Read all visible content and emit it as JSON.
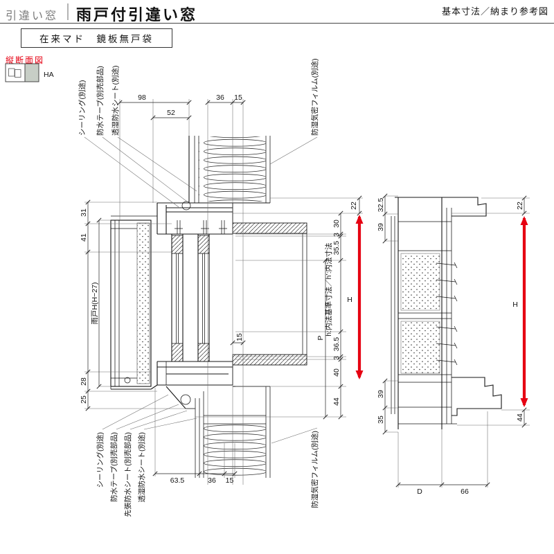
{
  "header": {
    "category": "引違い窓",
    "title": "雨戸付引違い窓",
    "note": "基本寸法／納まり参考図",
    "spec": "在来マド　鏡板無戸袋",
    "section_label": "縦断面図",
    "code": "HA"
  },
  "colors": {
    "accent_red": "#e60012",
    "icon_fill": "#c7cec6"
  },
  "callouts": {
    "top": [
      "シーリング(別途)",
      "防水テープ(別売部品)",
      "透湿防水シート(別途)"
    ],
    "top_right": "防湿気密フィルム(別途)",
    "bottom": [
      "シーリング(別途)",
      "防水テープ(別売部品)",
      "先張防水シート(別売部品)",
      "透湿防水シート(別途)"
    ],
    "bottom_right": "防湿気密フィルム(別途)",
    "shutter": "雨戸H(H−27)",
    "inner_ref": "h:内法基準寸法／h’:内法寸法"
  },
  "dims": {
    "top": [
      "98",
      "52",
      "36",
      "15"
    ],
    "left": [
      "31",
      "41",
      "28",
      "25"
    ],
    "right": [
      "22",
      "30",
      "3",
      "35.5",
      "36.5",
      "3",
      "40",
      "44"
    ],
    "mid": [
      "15",
      "P",
      "H"
    ],
    "bottom": [
      "63.5",
      "36",
      "15"
    ],
    "detail_left": [
      "32.5",
      "39",
      "39",
      "35"
    ],
    "detail_right": [
      "22",
      "44",
      "H"
    ],
    "detail_bottom": [
      "D",
      "66"
    ]
  }
}
